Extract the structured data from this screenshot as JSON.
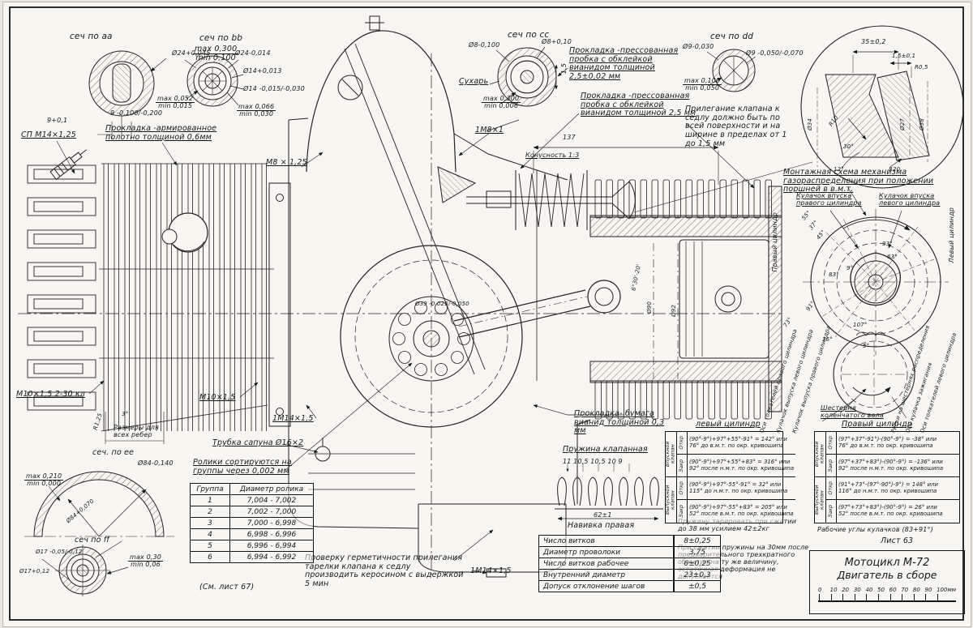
{
  "sections": {
    "aa": {
      "title": "сеч по аа",
      "tol_top": "max 0,300",
      "tol_bot": "min 0,100",
      "dim_neg": "9 -0,100/-0,200",
      "dim_pos": "9+0,1"
    },
    "bb": {
      "title": "сеч по bb",
      "d1": "Ø24+0,045",
      "d2": "Ø24-0,014",
      "d3": "Ø14+0,013",
      "d4": "Ø14 -0,015/-0,030",
      "tol1_top": "max 0,052",
      "tol1_bot": "min 0,015",
      "tol2_top": "max 0,066",
      "tol2_bot": "min 0,030"
    },
    "cc": {
      "title": "сеч по сс",
      "d1": "Ø8-0,100",
      "d2": "Ø8+0,10",
      "dim": "1,5",
      "part": "Сухарь",
      "tol_top": "max 0,300",
      "tol_bot": "min 0,006"
    },
    "dd": {
      "title": "сеч по dd",
      "d1": "Ø9-0,030",
      "d2": "Ø9 -0,050/-0,070",
      "tol_top": "max 0,100",
      "tol_bot": "min 0,050"
    },
    "ee": {
      "title": "сеч. по ее",
      "d_out": "Ø84-0,140",
      "d_in": "Ø84+0,070",
      "tol_top": "max 0,210",
      "tol_bot": "min 0,000"
    },
    "ff": {
      "title": "сеч по ff",
      "d1": "Ø17 -0,05/-0,12",
      "d2": "Ø17+0,12",
      "tol_top": "max 0,30",
      "tol_bot": "min 0,06"
    },
    "detail": {
      "d1": "35±0,2",
      "d2": "1,5±0,1",
      "d3": "R0,5",
      "d4": "R10",
      "d5": "30°",
      "d6": "12°",
      "d7": "R20",
      "d8": "Ø34",
      "d9": "Ø27",
      "d10": "Ø38"
    }
  },
  "notes": {
    "gasket_head": "Прокладка -армированное полотно толщиной 0,6мм",
    "plug_sp": "СП М14×1,25",
    "m8": "М8 × 1,25",
    "m8x1": "1М8×1",
    "gasket_press1": "Прокладка -прессованная пробка с обклейкой вианидом толщиной 2,5±0,02 мм",
    "gasket_press2": "Прокладка -прессованная пробка с обклейкой вианидом толщиной 2,5 мм",
    "valve_seat": "Прилегание клапана к седлу должно быть по всей поверхности и на ширине в пределах от 1 до 1,5 мм",
    "taper": "Конусность 1:3",
    "dim137": "137",
    "m10kl": "М10×1,5 2-30 кл",
    "r125": "R1,25",
    "deg3": "3°",
    "fins": "Размеры для всех ребер",
    "m10": "М10×1,5",
    "m14": "1М14×1,5",
    "m14b": "1М14×1,5",
    "breather": "Трубка сапуна Ø16×2",
    "rollers_note": "Ролики сортируются на группы через 0,002 мм",
    "gasket_paper": "Прокладка- бумага вианид толщиной 0,3 мм",
    "spring_lbl": "Пружина клапанная",
    "coil_nums": "11   10,5  10,5   10    9",
    "coil_len": "62±1",
    "winding": "Навивка правая",
    "kerosene": "Проверку герметичности прилегания тарелки клапана к седлу производить керосином с выдержкой 5 мин",
    "see_sheet": "(См. лист 67)",
    "spring_cal": "Пружину тарировать при сжатии до 38 мм усилием 42±2кг",
    "spring_def": "При сжатии пружины на 30мм после предварительного трехкратного обжатия на ту же величину, остаточная деформация не допускается",
    "work_angles": "Рабочие углы кулачков (83+91°)",
    "sheet63": "Лист 63",
    "dia90": "Ø90",
    "dia92": "Ø92",
    "taper2": "6°30'-20'",
    "rod_dim": "Ø39 -0,025/-0,050"
  },
  "cam": {
    "schema_title": "Монтажная схема механизма газораспределения при положении поршней в в.м.т.",
    "in_right": "Кулачок впуска правого цилиндра",
    "in_left": "Кулачок впуска левого цилиндра",
    "ex_left": "Кулачок выпуска левого цилиндра",
    "ex_right": "Кулачок выпуска правого цилиндра",
    "right_cyl": "Правый цилиндр",
    "left_cyl": "Левый цилиндр",
    "crank_gear": "Шестерня коленчатого вала",
    "tappet_right": "Оси толкателей правого цилиндра",
    "gear_marks": "Риски на шестернях распределения",
    "ign_cam": "Ось кулачка зажигания",
    "tappet_left": "Оси толкателей левого цилиндра",
    "angles": [
      "55°",
      "37°",
      "45°",
      "93°",
      "63°",
      "83°",
      "9°",
      "91°",
      "73°",
      "107°",
      "5°",
      "16°"
    ]
  },
  "tables": {
    "rollers": {
      "headers": [
        "Группа",
        "Диаметр ролика"
      ],
      "rows": [
        [
          "1",
          "7,004 - 7,002"
        ],
        [
          "2",
          "7,002 - 7,000"
        ],
        [
          "3",
          "7,000 - 6,998"
        ],
        [
          "4",
          "6,998 - 6,996"
        ],
        [
          "5",
          "6,996 - 6,994"
        ],
        [
          "6",
          "6,994 - 6,992"
        ]
      ]
    },
    "spring_spec": {
      "rows": [
        [
          "Число витков",
          "8±0,25"
        ],
        [
          "Диаметр проволоки",
          "3,75"
        ],
        [
          "Число витков рабочее",
          "6±0,25"
        ],
        [
          "Внутренний диаметр",
          "23±0,3"
        ],
        [
          "Допуск отклонение шагов",
          "±0,5"
        ]
      ]
    },
    "left_cyl": {
      "header": "левый цилиндр",
      "valve_in": "Впускной клапан",
      "valve_out": "Выпускной клапан",
      "rows": [
        {
          "state": "Откр",
          "f1": "(90°-9°)+97°+55°-91° = 142° или",
          "f2": "76° до в.м.т. по окр. кривошипа"
        },
        {
          "state": "Закр",
          "f1": "(90°-9°)+97°+55°+83° = 316° или",
          "f2": "92° после н.м.т. по окр. кривошипа"
        },
        {
          "state": "Откр",
          "f1": "(90°-9°)+97°-55°-91° = 32° или",
          "f2": "115° до н.м.т. по окр. кривошипа"
        },
        {
          "state": "Закр",
          "f1": "(90°-9°)+97°-55°+83° = 205° или",
          "f2": "52° после в.м.т. по окр. кривошипа"
        }
      ]
    },
    "right_cyl": {
      "header": "Правый цилиндр",
      "valve_in": "Впускной клапан",
      "valve_out": "Выпускной клапан",
      "rows": [
        {
          "state": "Откр",
          "f1": "(97°+37°-91°)-(90°-9°) = -38° или",
          "f2": "76° до в.м.т. по окр. кривошипа"
        },
        {
          "state": "Закр",
          "f1": "(97°+37°+83°)-(90°-9°) = -136° или",
          "f2": "92° после н.м.т. по окр. кривошипа"
        },
        {
          "state": "Откр",
          "f1": "(91°+73°-(97°-90°)-9°) = 148° или",
          "f2": "116° до н.м.т. по окр. кривошипа"
        },
        {
          "state": "Закр",
          "f1": "(97°+73°+83°)-(90°-9°) = 26° или",
          "f2": "52° после в.м.т. по окр. кривошипа"
        }
      ]
    }
  },
  "title_block": {
    "line1": "Мотоцикл М-72",
    "line2": "Двигатель в сборе",
    "ruler": [
      "0",
      "10",
      "20",
      "30",
      "40",
      "50",
      "60",
      "70",
      "80",
      "90",
      "100мм"
    ]
  }
}
